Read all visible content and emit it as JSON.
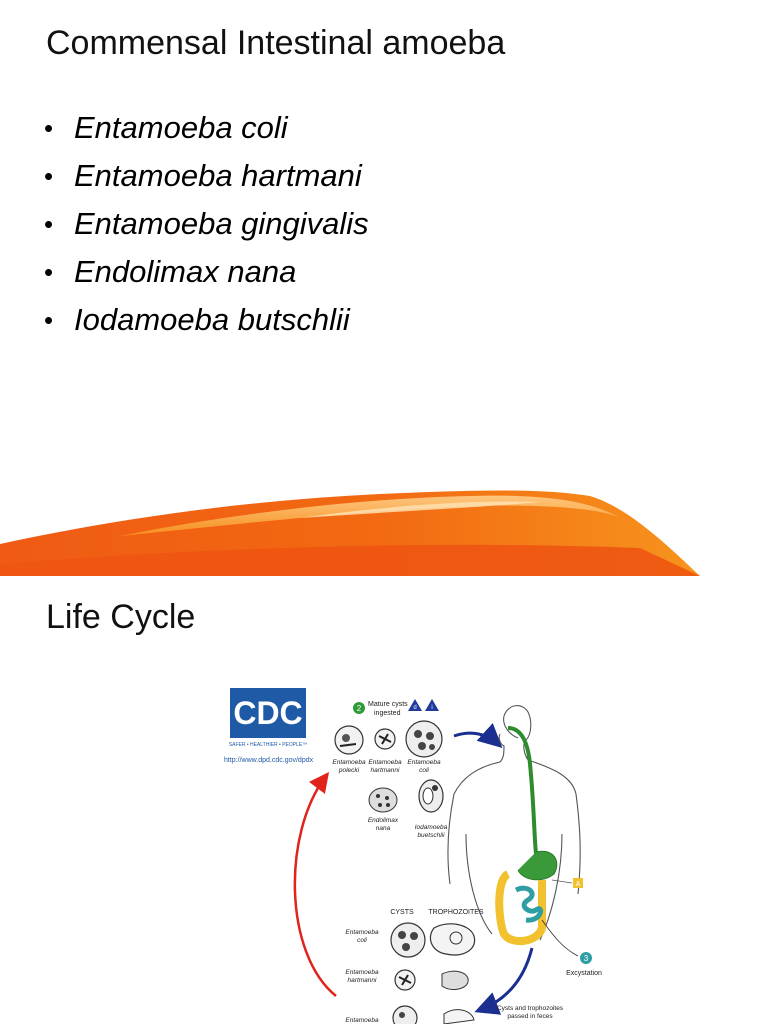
{
  "slides": [
    {
      "title": "Commensal Intestinal amoeba",
      "bullets": [
        "Entamoeba coli",
        "Entamoeba hartmani",
        "Entamoeba gingivalis",
        "Endolimax nana",
        "Iodamoeba butschlii"
      ],
      "bullet_glyph": "•",
      "accent_colors": [
        "#f05a14",
        "#f7941d",
        "#ffc06b"
      ]
    },
    {
      "title": "Life Cycle",
      "diagram": {
        "logo_text": "CDC",
        "logo_tagline": "SAFER • HEALTHIER • PEOPLE™",
        "url": "http://www.dpd.cdc.gov/dpdx",
        "step2_number": "2",
        "step2_line1": "Mature cysts",
        "step2_line2": "ingested",
        "badge_d": "d",
        "badge_i": "i",
        "top_species": [
          [
            "Entamoeba",
            "polecki"
          ],
          [
            "Entamoeba",
            "hartmanni"
          ],
          [
            "Entamoeba",
            "coli"
          ],
          [
            "Endolimax",
            "nana"
          ],
          [
            "Iodamoeba",
            "buetschlii"
          ]
        ],
        "cysts_header": "CYSTS",
        "trophozoites_header": "TROPHOZOITES",
        "bottom_species": [
          [
            "Entamoeba",
            "coli"
          ],
          [
            "Entamoeba",
            "hartmanni"
          ],
          [
            "Entamoeba",
            ""
          ]
        ],
        "marker_a": "A",
        "step3_number": "3",
        "step3_label": "Excystation",
        "passed_line1": "Cysts and trophozoites",
        "passed_line2": "passed in feces",
        "colors": {
          "cdc_blue": "#1f5aa6",
          "arrow_blue": "#1a2f8f",
          "arrow_red": "#e0231b",
          "step_green": "#2e9b3a",
          "stomach_green": "#3a9a3a",
          "colon_yellow": "#f2c12e",
          "small_intestine_teal": "#2f9ea3"
        }
      }
    }
  ]
}
